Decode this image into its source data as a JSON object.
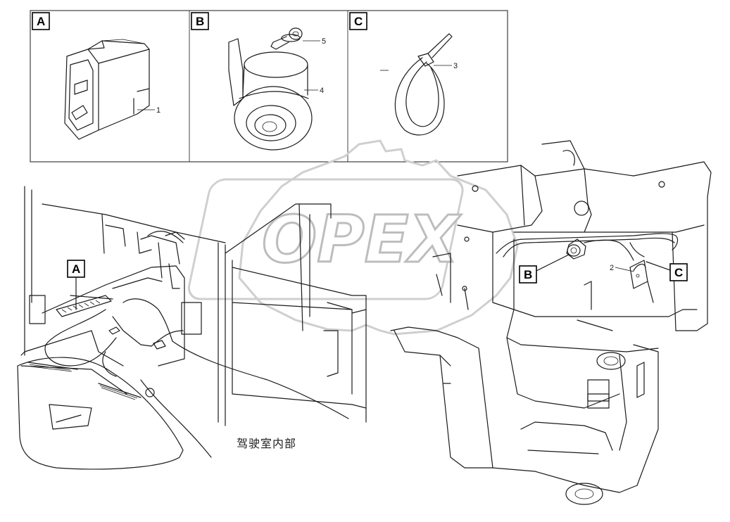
{
  "watermark": {
    "text": "OPEX"
  },
  "detail_panels": [
    {
      "label": "A",
      "parts": [
        {
          "number": "1",
          "icon": "rocker-switch-icon"
        }
      ]
    },
    {
      "label": "B",
      "parts": [
        {
          "number": "5",
          "icon": "flange-bolt-icon"
        },
        {
          "number": "4",
          "icon": "beacon-lamp-icon"
        }
      ]
    },
    {
      "label": "C",
      "parts": [
        {
          "number": "3",
          "icon": "cable-tie-icon"
        }
      ]
    }
  ],
  "main_view": {
    "label_a": "A",
    "label_b": "B",
    "label_c": "C",
    "part_2": "2",
    "caption": "驾驶室内部"
  },
  "colors": {
    "line": "#1a1a1a",
    "watermark": "#bdbdbd",
    "background": "#ffffff"
  }
}
